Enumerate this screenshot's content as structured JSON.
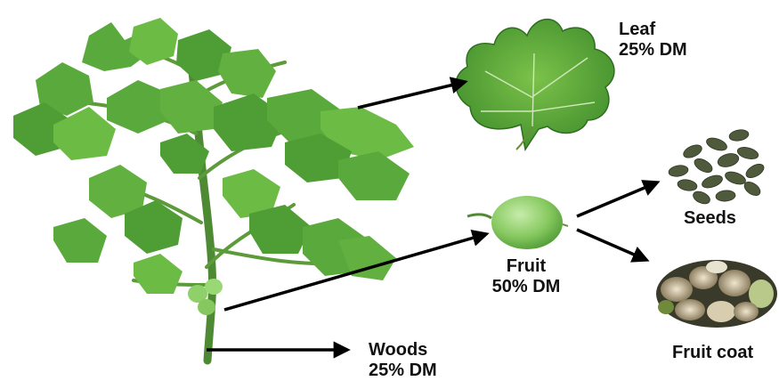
{
  "labels": {
    "leaf": {
      "name": "Leaf",
      "dm": "25% DM"
    },
    "fruit": {
      "name": "Fruit",
      "dm": "50% DM"
    },
    "woods": {
      "name": "Woods",
      "dm": "25% DM"
    },
    "seeds": {
      "name": "Seeds"
    },
    "fruit_coat": {
      "name": "Fruit coat"
    }
  },
  "colors": {
    "leaf_dark": "#3f8f2c",
    "leaf_light": "#7cc24a",
    "stem": "#5c9a3a",
    "fruit": "#8fd06a",
    "seed": "#4f5a3c",
    "arrow": "#000000"
  }
}
